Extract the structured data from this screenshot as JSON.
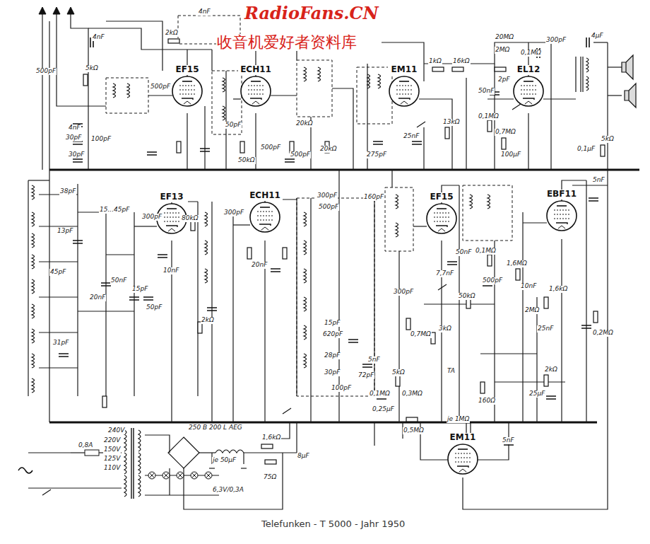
{
  "diagram": {
    "caption": "Telefunken - T 5000 - Jahr 1950",
    "nodes": [
      {
        "text": [
          "EF15"
        ]
      },
      {
        "text": [
          "ECH11"
        ]
      },
      {
        "text": [
          "EM11"
        ]
      },
      {
        "text": [
          "EL12"
        ]
      },
      {
        "text": [
          "EF13"
        ]
      },
      {
        "text": [
          "ECH11"
        ]
      },
      {
        "text": [
          "EF15"
        ]
      },
      {
        "text": [
          "EBF11"
        ]
      },
      {
        "text": [
          "EM11"
        ]
      }
    ],
    "labels": [
      "RadioFans.CN",
      "收音机爱好者资料库",
      "4nF",
      "2kΩ",
      "4nF",
      "500pF",
      "5kΩ",
      "500pF",
      "4nF",
      "30pF",
      "100pF",
      "30pF",
      "50pF",
      "20kΩ",
      "50kΩ",
      "500pF",
      "500pF",
      "20kΩ",
      "1kΩ",
      "16kΩ",
      "20MΩ",
      "2MΩ",
      "0,1MΩ",
      "300pF",
      "50nF",
      "2pF",
      "0,1MΩ",
      "0,7MΩ",
      "100µF",
      "25nF",
      "275pF",
      "13kΩ",
      "4µF",
      "5kΩ",
      "0,1µF",
      "5nF",
      "38pF",
      "15...45pF",
      "13pF",
      "45pF",
      "50nF",
      "15pF",
      "20nF",
      "31pF",
      "300pF",
      "80kΩ",
      "10nF",
      "50pF",
      "2kΩ",
      "300pF",
      "20nF",
      "300pF",
      "500pF",
      "160pF",
      "15pF",
      "620pF",
      "28pF",
      "30pF",
      "100pF",
      "72pF",
      "5nF",
      "300pF",
      "0,7MΩ",
      "5kΩ",
      "0,1MΩ",
      "0,3MΩ",
      "0,25µF",
      "7,7nF",
      "50nF",
      "0,1MΩ",
      "1,6MΩ",
      "500pF",
      "10nF",
      "50kΩ",
      "1,6kΩ",
      "3kΩ",
      "2MΩ",
      "25nF",
      "TA",
      "2kΩ",
      "25µF",
      "160Ω",
      "0,2MΩ",
      "0,5MΩ",
      "je 1MΩ",
      "5nF",
      "240V",
      "220V",
      "150V",
      "125V",
      "110V",
      "0,8A",
      "250 B 200 L AEG",
      "1,6kΩ",
      "8µF",
      "je 50µF",
      "75Ω",
      "6,3V/0,3A"
    ]
  }
}
